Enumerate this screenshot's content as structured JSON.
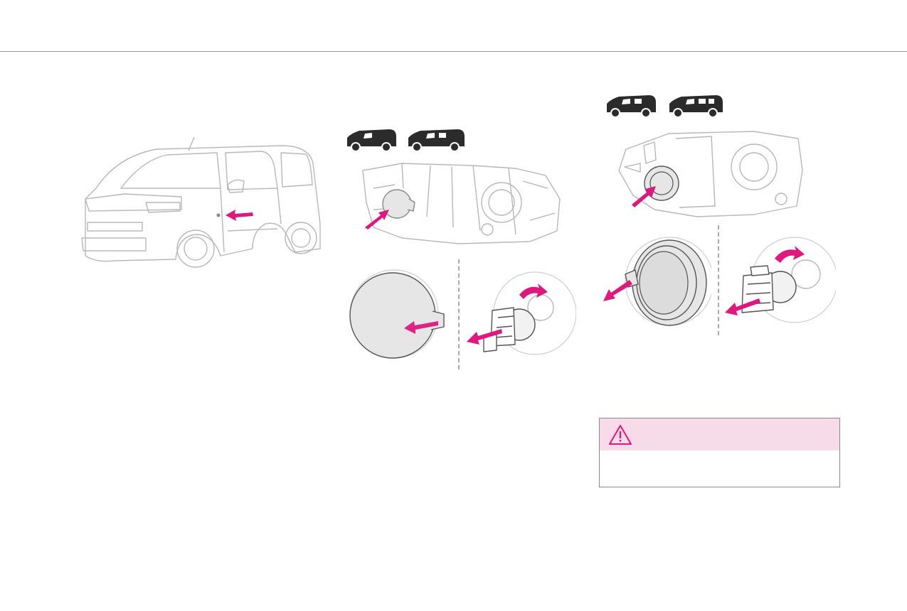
{
  "page": {
    "colors": {
      "accent": "#e0177e",
      "line_art": "#b8b8b8",
      "fill_light": "#e6e6e6",
      "warning_header": "#f8dbe9",
      "icon_dark": "#2b2b2b"
    }
  },
  "figures": {
    "vehicle_overview": {
      "icon": "van-side-illustration"
    },
    "headlamp_type_a": {
      "variant_icons": [
        "van-short-icon",
        "van-long-icon"
      ],
      "steps": [
        "headlamp-cover-location",
        "remove-cover",
        "twist-remove-bulb"
      ]
    },
    "headlamp_type_b": {
      "variant_icons": [
        "van-short-icon",
        "van-long-icon"
      ],
      "steps": [
        "headlamp-cap-location",
        "remove-cap",
        "twist-remove-bulb"
      ]
    }
  },
  "warning": {
    "icon": "warning-triangle-icon",
    "text": ""
  }
}
